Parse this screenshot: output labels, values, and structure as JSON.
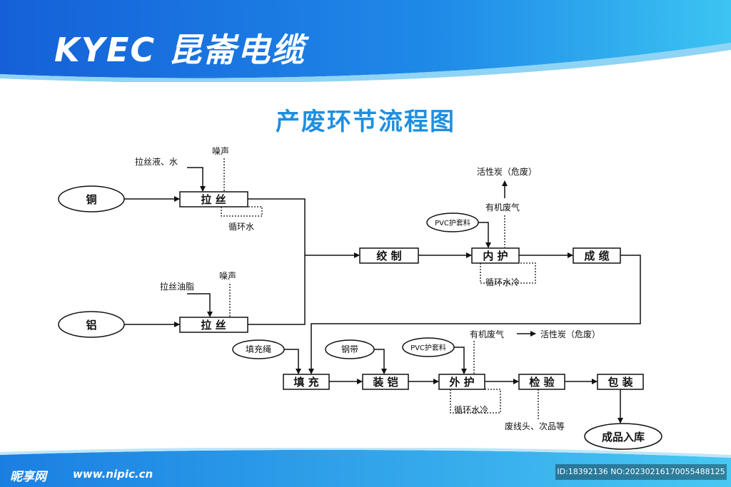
{
  "header": {
    "brand": "KYEC 昆崙电缆"
  },
  "title": "产废环节流程图",
  "nodes": {
    "copper": "铜",
    "aluminum": "铝",
    "draw1": "拉 丝",
    "draw2": "拉 丝",
    "twist": "绞 制",
    "inner": "内 护",
    "cabling": "成 缆",
    "fill": "填 充",
    "armor": "装 铠",
    "outer": "外 护",
    "inspect": "检 验",
    "pack": "包 装",
    "filler_rope": "填充绳",
    "steel_tape": "钢带",
    "pvc1": "PVC护套料",
    "pvc2": "PVC护套料",
    "finished": "成品入库"
  },
  "labels": {
    "draw_liquid": "拉丝液、水",
    "noise1": "噪声",
    "circ1": "循环水",
    "draw_grease": "拉丝油脂",
    "noise2": "噪声",
    "carbon1": "活性炭（危废）",
    "gas1": "有机废气",
    "circ2": "循环水冷",
    "gas2": "有机废气",
    "carbon2": "活性炭（危废）",
    "circ3": "循环水冷",
    "waste": "废线头、次品等"
  },
  "footer": {
    "logo": "昵享网",
    "url": "www.nipic.cn",
    "id": "ID:18392136 NO:20230216170055488125"
  },
  "colors": {
    "accent": "#1e8fe0",
    "header": "#1a6fe0",
    "line": "#111111"
  }
}
